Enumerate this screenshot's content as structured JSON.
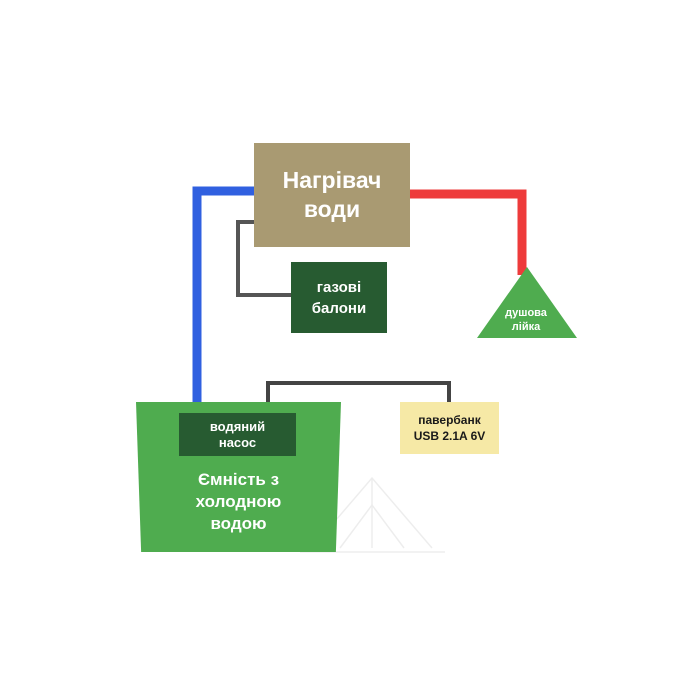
{
  "colors": {
    "background": "#ffffff",
    "cold_line": "#3060e0",
    "hot_line": "#ee3b3b",
    "gas_line": "#555555",
    "power_line": "#444444",
    "heater_fill": "#a99a72",
    "gas_fill": "#275b31",
    "tank_fill": "#4fac4f",
    "pump_fill": "#275b31",
    "shower_fill": "#4fac4f",
    "powerbank_fill": "#f6e9a6"
  },
  "heater": {
    "label": [
      "Нагрівач",
      "води"
    ]
  },
  "gas_cylinders": {
    "label": [
      "газові",
      "балони"
    ]
  },
  "shower_head": {
    "label": [
      "душова",
      "лійка"
    ]
  },
  "powerbank": {
    "label": [
      "павербанк",
      "USB 2.1A 6V"
    ]
  },
  "water_pump": {
    "label": [
      "водяний",
      "насос"
    ]
  },
  "tank": {
    "label": [
      "Ємність з",
      "холодною",
      "водою"
    ]
  }
}
